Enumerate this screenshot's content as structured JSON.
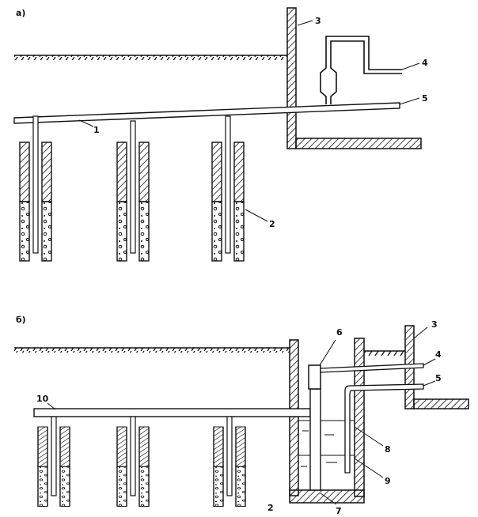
{
  "figure_a": {
    "label": "а)",
    "callouts": {
      "pipe": "1",
      "well": "2",
      "wall": "3",
      "outlet_top": "4",
      "outlet_main": "5"
    }
  },
  "figure_b": {
    "label": "б)",
    "callouts": {
      "wall": "3",
      "pipe_4": "4",
      "pipe_5": "5",
      "vessel": "6",
      "sump": "7",
      "level_high": "8",
      "level_low": "9",
      "pipe": "10",
      "well": "2"
    }
  }
}
